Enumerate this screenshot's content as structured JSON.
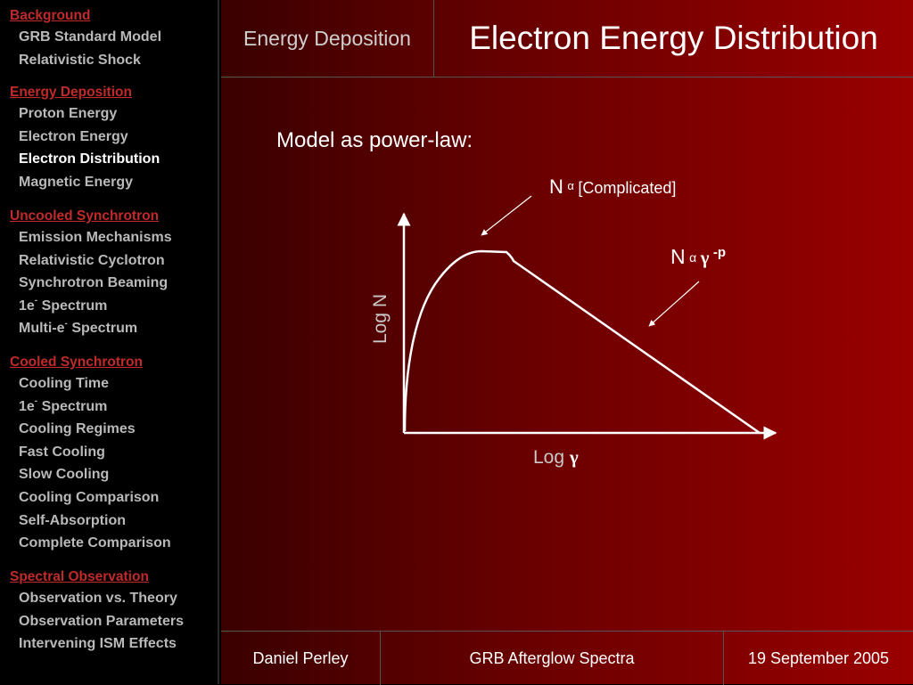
{
  "sidebar": {
    "sections": [
      {
        "title": "Background",
        "items": [
          "GRB Standard Model",
          "Relativistic Shock"
        ]
      },
      {
        "title": "Energy Deposition",
        "items": [
          "Proton Energy",
          "Electron Energy",
          "Electron Distribution",
          "Magnetic Energy"
        ]
      },
      {
        "title": "Uncooled Synchrotron",
        "items": [
          "Emission Mechanisms",
          "Relativistic Cyclotron",
          "Synchrotron Beaming",
          "1e- Spectrum",
          "Multi-e- Spectrum"
        ]
      },
      {
        "title": "Cooled Synchrotron",
        "items": [
          "Cooling Time",
          "1e- Spectrum",
          "Cooling Regimes",
          "Fast Cooling",
          "Slow Cooling",
          "Cooling Comparison",
          "Self-Absorption",
          "Complete Comparison"
        ]
      },
      {
        "title": "Spectral Observation",
        "items": [
          "Observation vs. Theory",
          "Observation Parameters",
          "Intervening ISM Effects"
        ]
      }
    ],
    "active_item": "Electron Distribution"
  },
  "header": {
    "section": "Energy Deposition",
    "title": "Electron Energy Distribution"
  },
  "content": {
    "model_text": "Model as power-law:",
    "axis_y": "Log N",
    "axis_x_prefix": "Log",
    "axis_x_symbol": "γ",
    "label1_n": "N",
    "label1_prop": "α",
    "label1_note": "[Complicated]",
    "label2_n": "N",
    "label2_prop": "α",
    "label2_gamma": "γ",
    "label2_exp": "-p"
  },
  "footer": {
    "author": "Daniel Perley",
    "talk": "GRB Afterglow Spectra",
    "date": "19 September 2005"
  },
  "colors": {
    "sidebar_heading": "#c02a2a",
    "sidebar_item": "#b9b9b9",
    "active_item": "#ffffff"
  }
}
